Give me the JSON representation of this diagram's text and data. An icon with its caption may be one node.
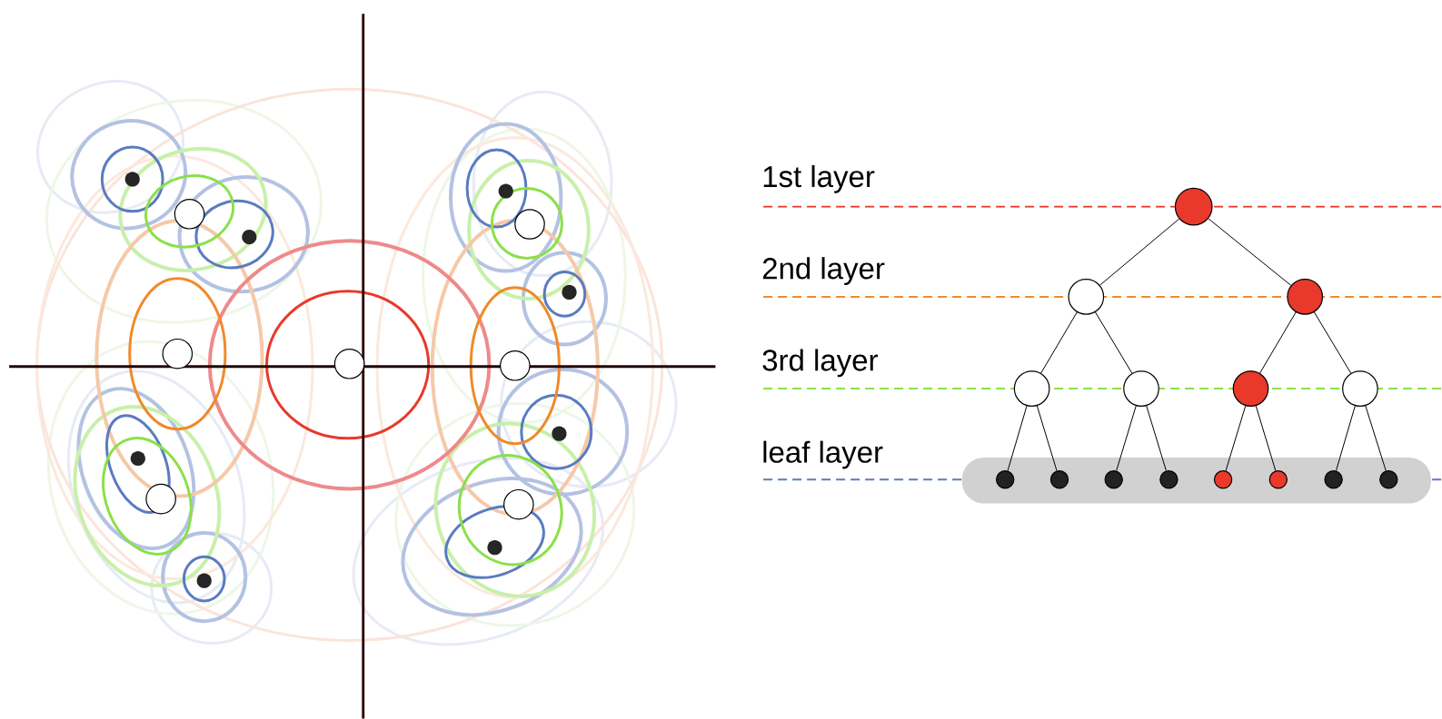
{
  "diagram": {
    "nodes": [
      {
        "text": [],
        "shape": "circle"
      },
      {
        "text": [],
        "shape": "circle"
      },
      {
        "text": [],
        "shape": "circle"
      },
      {
        "text": [],
        "shape": "circle"
      },
      {
        "text": [],
        "shape": "circle"
      },
      {
        "text": [],
        "shape": "circle"
      },
      {
        "text": [],
        "shape": "circle"
      },
      {
        "text": [],
        "shape": "circle"
      },
      {
        "text": [],
        "shape": "circle"
      },
      {
        "text": [],
        "shape": "circle"
      },
      {
        "text": [],
        "shape": "circle"
      },
      {
        "text": [],
        "shape": "circle"
      },
      {
        "text": [],
        "shape": "circle"
      },
      {
        "text": [],
        "shape": "circle"
      },
      {
        "text": [],
        "shape": "circle"
      }
    ],
    "edges": [
      {
        "from": 0,
        "to": 1,
        "arrow": "none"
      },
      {
        "from": 0,
        "to": 2,
        "arrow": "none"
      },
      {
        "from": 1,
        "to": 3,
        "arrow": "none"
      },
      {
        "from": 1,
        "to": 4,
        "arrow": "none"
      },
      {
        "from": 2,
        "to": 5,
        "arrow": "none"
      },
      {
        "from": 2,
        "to": 6,
        "arrow": "none"
      },
      {
        "from": 3,
        "to": 7,
        "arrow": "none"
      },
      {
        "from": 3,
        "to": 8,
        "arrow": "none"
      },
      {
        "from": 4,
        "to": 9,
        "arrow": "none"
      },
      {
        "from": 4,
        "to": 10,
        "arrow": "none"
      },
      {
        "from": 5,
        "to": 11,
        "arrow": "none"
      },
      {
        "from": 5,
        "to": 12,
        "arrow": "none"
      },
      {
        "from": 6,
        "to": 13,
        "arrow": "none"
      },
      {
        "from": 6,
        "to": 14,
        "arrow": "none"
      }
    ],
    "labels": [
      "1st layer",
      "2nd layer",
      "3rd layer",
      "leaf layer"
    ]
  }
}
